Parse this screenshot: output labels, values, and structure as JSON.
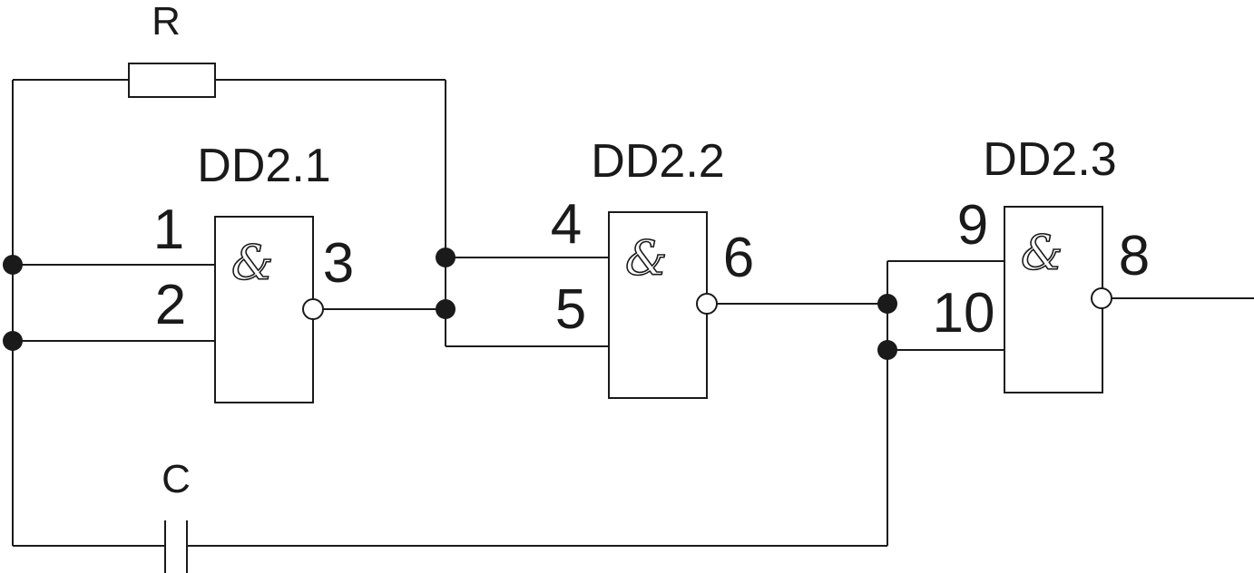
{
  "resistor": {
    "label": "R"
  },
  "capacitor": {
    "label": "C"
  },
  "gates": [
    {
      "name": "DD2.1",
      "symbol": "&",
      "pins": {
        "in_a": "1",
        "in_b": "2",
        "out": "3"
      }
    },
    {
      "name": "DD2.2",
      "symbol": "&",
      "pins": {
        "in_a": "4",
        "in_b": "5",
        "out": "6"
      }
    },
    {
      "name": "DD2.3",
      "symbol": "&",
      "pins": {
        "in_a": "9",
        "in_b": "10",
        "out": "8"
      }
    }
  ]
}
